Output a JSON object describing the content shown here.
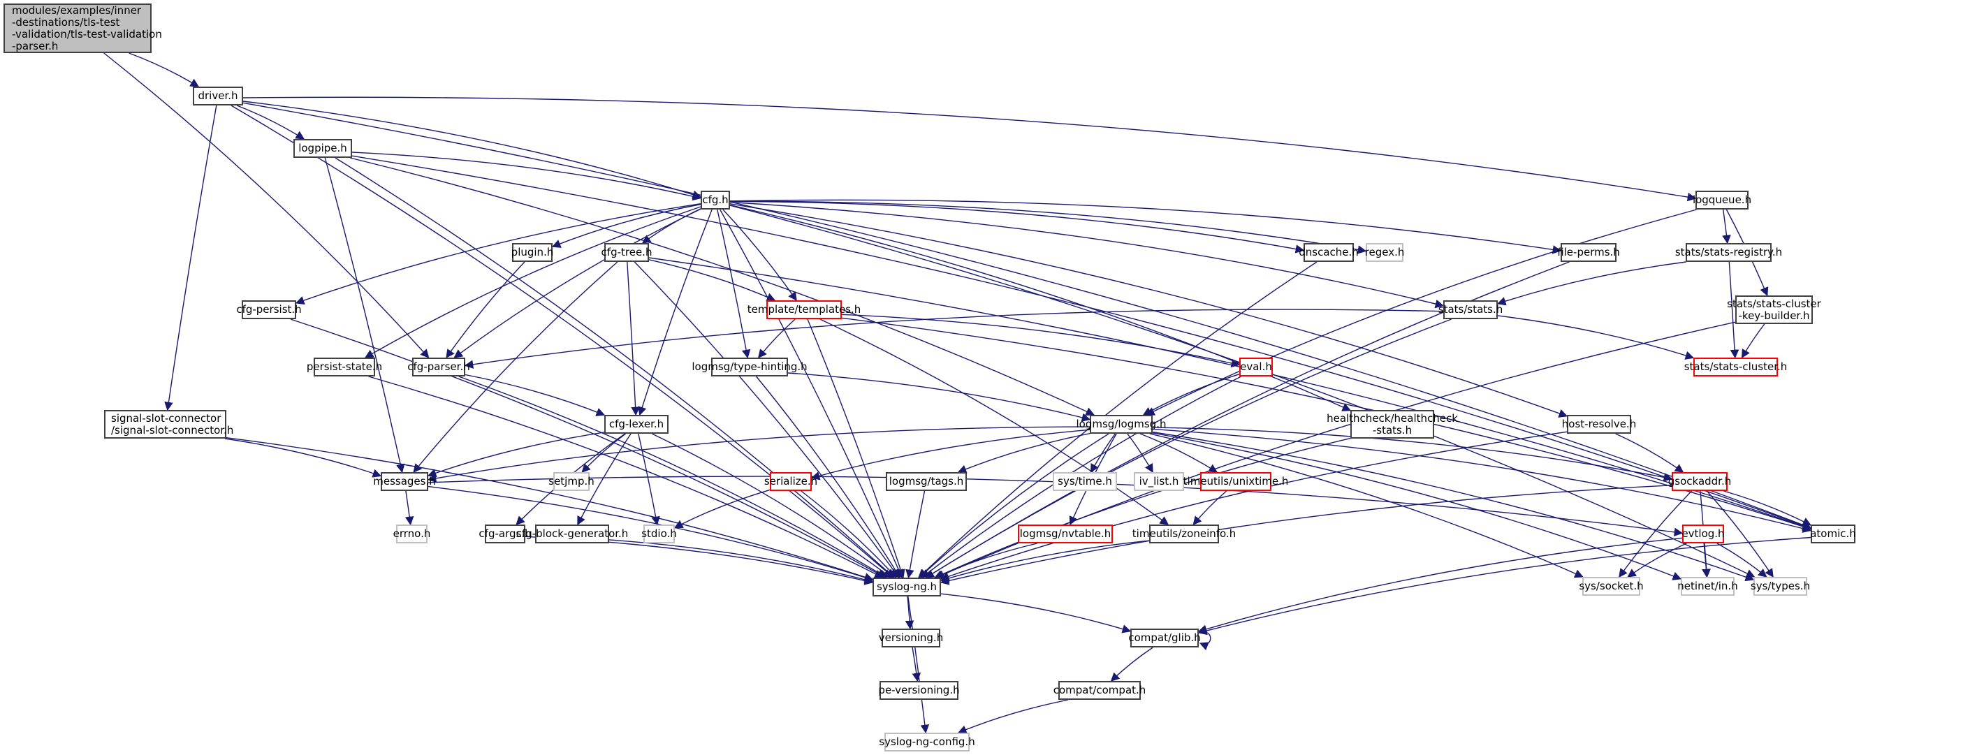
{
  "graph": {
    "title": "Include dependency graph for tls-test-validation-parser.h",
    "edge_color": "#191970",
    "node_border_colors": {
      "normal": "#404040",
      "system": "#bfbfbf",
      "incomplete": "#ff0000",
      "root_fill": "#bfbfbf"
    },
    "nodes": [
      {
        "id": "root",
        "label": "modules/examples/inner\n-destinations/tls-test\n-validation/tls-test-validation\n-parser.h",
        "kind": "root"
      },
      {
        "id": "driver",
        "label": "driver.h",
        "kind": "normal"
      },
      {
        "id": "logpipe",
        "label": "logpipe.h",
        "kind": "normal"
      },
      {
        "id": "cfg",
        "label": "cfg.h",
        "kind": "normal"
      },
      {
        "id": "logqueue",
        "label": "logqueue.h",
        "kind": "normal"
      },
      {
        "id": "plugin",
        "label": "plugin.h",
        "kind": "normal"
      },
      {
        "id": "cfgtree",
        "label": "cfg-tree.h",
        "kind": "normal"
      },
      {
        "id": "dnscache",
        "label": "dnscache.h",
        "kind": "normal"
      },
      {
        "id": "regex",
        "label": "regex.h",
        "kind": "system"
      },
      {
        "id": "fileperms",
        "label": "file-perms.h",
        "kind": "normal"
      },
      {
        "id": "statsreg",
        "label": "stats/stats-registry.h",
        "kind": "normal"
      },
      {
        "id": "cfgpersist",
        "label": "cfg-persist.h",
        "kind": "normal"
      },
      {
        "id": "templates",
        "label": "template/templates.h",
        "kind": "incomplete"
      },
      {
        "id": "stats",
        "label": "stats/stats.h",
        "kind": "normal"
      },
      {
        "id": "statskey",
        "label": "stats/stats-cluster\n-key-builder.h",
        "kind": "normal"
      },
      {
        "id": "persist",
        "label": "persist-state.h",
        "kind": "normal"
      },
      {
        "id": "cfgparser",
        "label": "cfg-parser.h",
        "kind": "normal"
      },
      {
        "id": "typehint",
        "label": "logmsg/type-hinting.h",
        "kind": "normal"
      },
      {
        "id": "eval",
        "label": "eval.h",
        "kind": "incomplete"
      },
      {
        "id": "statscluster",
        "label": "stats/stats-cluster.h",
        "kind": "incomplete"
      },
      {
        "id": "sigslot",
        "label": "signal-slot-connector\n/signal-slot-connector.h",
        "kind": "normal"
      },
      {
        "id": "cfglexer",
        "label": "cfg-lexer.h",
        "kind": "normal"
      },
      {
        "id": "logmsg",
        "label": "logmsg/logmsg.h",
        "kind": "normal"
      },
      {
        "id": "healthcheck",
        "label": "healthcheck/healthcheck\n-stats.h",
        "kind": "normal"
      },
      {
        "id": "hostres",
        "label": "host-resolve.h",
        "kind": "normal"
      },
      {
        "id": "messages",
        "label": "messages.h",
        "kind": "normal"
      },
      {
        "id": "setjmp",
        "label": "setjmp.h",
        "kind": "system"
      },
      {
        "id": "serialize",
        "label": "serialize.h",
        "kind": "incomplete"
      },
      {
        "id": "tags",
        "label": "logmsg/tags.h",
        "kind": "normal"
      },
      {
        "id": "systime",
        "label": "sys/time.h",
        "kind": "system"
      },
      {
        "id": "ivlist",
        "label": "iv_list.h",
        "kind": "system"
      },
      {
        "id": "unixtime",
        "label": "timeutils/unixtime.h",
        "kind": "incomplete"
      },
      {
        "id": "gsockaddr",
        "label": "gsockaddr.h",
        "kind": "incomplete"
      },
      {
        "id": "errno",
        "label": "errno.h",
        "kind": "system"
      },
      {
        "id": "cfgargs",
        "label": "cfg-args.h",
        "kind": "normal"
      },
      {
        "id": "cfgblock",
        "label": "cfg-block-generator.h",
        "kind": "normal"
      },
      {
        "id": "stdio",
        "label": "stdio.h",
        "kind": "system"
      },
      {
        "id": "nvtable",
        "label": "logmsg/nvtable.h",
        "kind": "incomplete"
      },
      {
        "id": "zoneinfo",
        "label": "timeutils/zoneinfo.h",
        "kind": "normal"
      },
      {
        "id": "evtlog",
        "label": "evtlog.h",
        "kind": "incomplete"
      },
      {
        "id": "atomic",
        "label": "atomic.h",
        "kind": "normal"
      },
      {
        "id": "syslogng",
        "label": "syslog-ng.h",
        "kind": "normal"
      },
      {
        "id": "syssocket",
        "label": "sys/socket.h",
        "kind": "system"
      },
      {
        "id": "netinet",
        "label": "netinet/in.h",
        "kind": "system"
      },
      {
        "id": "systypes",
        "label": "sys/types.h",
        "kind": "system"
      },
      {
        "id": "versioning",
        "label": "versioning.h",
        "kind": "normal"
      },
      {
        "id": "glib",
        "label": "compat/glib.h",
        "kind": "normal"
      },
      {
        "id": "peversioning",
        "label": "pe-versioning.h",
        "kind": "normal"
      },
      {
        "id": "compat",
        "label": "compat/compat.h",
        "kind": "normal"
      },
      {
        "id": "config",
        "label": "syslog-ng-config.h",
        "kind": "system"
      }
    ],
    "edges": [
      [
        "root",
        "driver"
      ],
      [
        "root",
        "cfgparser"
      ],
      [
        "driver",
        "logpipe"
      ],
      [
        "driver",
        "cfg"
      ],
      [
        "driver",
        "logqueue"
      ],
      [
        "driver",
        "atomic"
      ],
      [
        "driver",
        "sigslot"
      ],
      [
        "driver",
        "syslogng"
      ],
      [
        "logpipe",
        "cfg"
      ],
      [
        "logpipe",
        "atomic"
      ],
      [
        "logpipe",
        "messages"
      ],
      [
        "logpipe",
        "logmsg"
      ],
      [
        "logpipe",
        "syslogng"
      ],
      [
        "cfg",
        "plugin"
      ],
      [
        "cfg",
        "cfgtree"
      ],
      [
        "cfg",
        "dnscache"
      ],
      [
        "cfg",
        "regex"
      ],
      [
        "cfg",
        "fileperms"
      ],
      [
        "cfg",
        "cfgpersist"
      ],
      [
        "cfg",
        "templates"
      ],
      [
        "cfg",
        "stats"
      ],
      [
        "cfg",
        "persist"
      ],
      [
        "cfg",
        "cfgparser"
      ],
      [
        "cfg",
        "typehint"
      ],
      [
        "cfg",
        "cfglexer"
      ],
      [
        "cfg",
        "healthcheck"
      ],
      [
        "cfg",
        "hostres"
      ],
      [
        "cfg",
        "systypes"
      ],
      [
        "cfg",
        "syslogng"
      ],
      [
        "logqueue",
        "statsreg"
      ],
      [
        "logqueue",
        "statskey"
      ],
      [
        "logqueue",
        "logmsg"
      ],
      [
        "plugin",
        "cfgparser"
      ],
      [
        "cfgtree",
        "templates"
      ],
      [
        "cfgtree",
        "cfglexer"
      ],
      [
        "cfgtree",
        "messages"
      ],
      [
        "cfgtree",
        "atomic"
      ],
      [
        "cfgtree",
        "syslogng"
      ],
      [
        "statsreg",
        "stats"
      ],
      [
        "statsreg",
        "statscluster"
      ],
      [
        "statskey",
        "statscluster"
      ],
      [
        "statskey",
        "syslogng"
      ],
      [
        "templates",
        "typehint"
      ],
      [
        "templates",
        "eval"
      ],
      [
        "templates",
        "zoneinfo"
      ],
      [
        "templates",
        "atomic"
      ],
      [
        "templates",
        "syslogng"
      ],
      [
        "stats",
        "cfgparser"
      ],
      [
        "stats",
        "statscluster"
      ],
      [
        "stats",
        "syslogng"
      ],
      [
        "cfgpersist",
        "syslogng"
      ],
      [
        "persist",
        "syslogng"
      ],
      [
        "cfgparser",
        "cfglexer"
      ],
      [
        "cfgparser",
        "syslogng"
      ],
      [
        "typehint",
        "logmsg"
      ],
      [
        "typehint",
        "syslogng"
      ],
      [
        "eval",
        "logmsg"
      ],
      [
        "eval",
        "syslogng"
      ],
      [
        "sigslot",
        "messages"
      ],
      [
        "sigslot",
        "syslogng"
      ],
      [
        "cfglexer",
        "messages"
      ],
      [
        "cfglexer",
        "setjmp"
      ],
      [
        "cfglexer",
        "cfgargs"
      ],
      [
        "cfglexer",
        "cfgblock"
      ],
      [
        "cfglexer",
        "stdio"
      ],
      [
        "cfglexer",
        "syslogng"
      ],
      [
        "logmsg",
        "messages"
      ],
      [
        "logmsg",
        "serialize"
      ],
      [
        "logmsg",
        "tags"
      ],
      [
        "logmsg",
        "systime"
      ],
      [
        "logmsg",
        "ivlist"
      ],
      [
        "logmsg",
        "unixtime"
      ],
      [
        "logmsg",
        "nvtable"
      ],
      [
        "logmsg",
        "gsockaddr"
      ],
      [
        "logmsg",
        "atomic"
      ],
      [
        "logmsg",
        "syssocket"
      ],
      [
        "logmsg",
        "netinet"
      ],
      [
        "logmsg",
        "systypes"
      ],
      [
        "logmsg",
        "syslogng"
      ],
      [
        "healthcheck",
        "syslogng"
      ],
      [
        "hostres",
        "gsockaddr"
      ],
      [
        "hostres",
        "syslogng"
      ],
      [
        "dnscache",
        "syslogng"
      ],
      [
        "fileperms",
        "syslogng"
      ],
      [
        "messages",
        "errno"
      ],
      [
        "messages",
        "evtlog"
      ],
      [
        "messages",
        "syslogng"
      ],
      [
        "serialize",
        "stdio"
      ],
      [
        "serialize",
        "syslogng"
      ],
      [
        "tags",
        "syslogng"
      ],
      [
        "unixtime",
        "zoneinfo"
      ],
      [
        "gsockaddr",
        "atomic"
      ],
      [
        "gsockaddr",
        "syssocket"
      ],
      [
        "gsockaddr",
        "netinet"
      ],
      [
        "gsockaddr",
        "systypes"
      ],
      [
        "gsockaddr",
        "syslogng"
      ],
      [
        "cfgargs",
        "syslogng"
      ],
      [
        "cfgblock",
        "syslogng"
      ],
      [
        "nvtable",
        "syslogng"
      ],
      [
        "zoneinfo",
        "syslogng"
      ],
      [
        "evtlog",
        "syssocket"
      ],
      [
        "evtlog",
        "netinet"
      ],
      [
        "evtlog",
        "systypes"
      ],
      [
        "evtlog",
        "glib"
      ],
      [
        "atomic",
        "glib"
      ],
      [
        "syslogng",
        "versioning"
      ],
      [
        "syslogng",
        "glib"
      ],
      [
        "syslogng",
        "config"
      ],
      [
        "versioning",
        "peversioning"
      ],
      [
        "glib",
        "glib"
      ],
      [
        "glib",
        "compat"
      ],
      [
        "compat",
        "config"
      ]
    ]
  }
}
